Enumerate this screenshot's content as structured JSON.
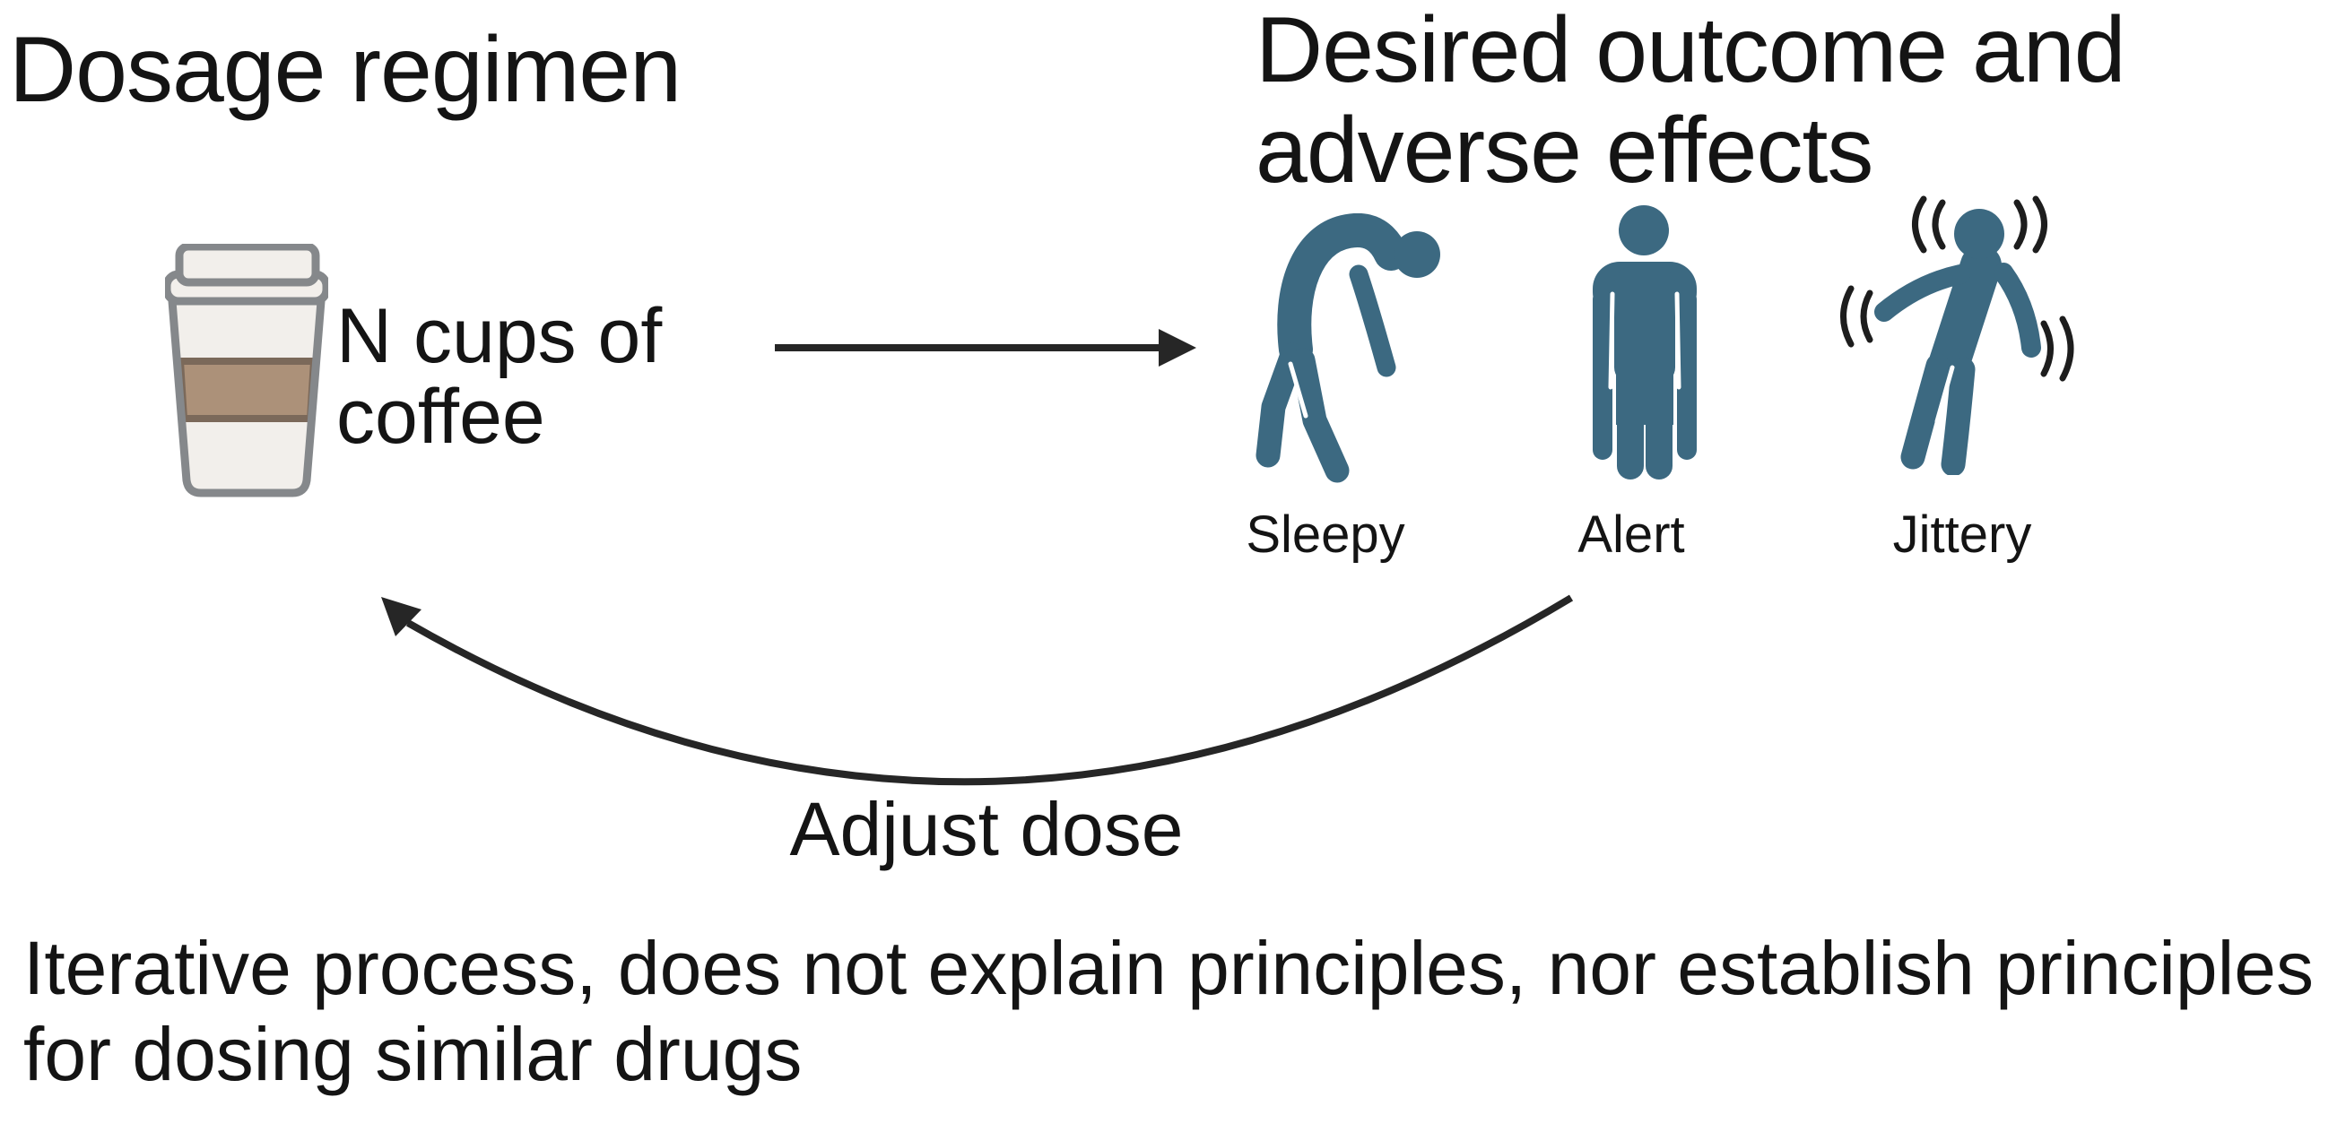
{
  "diagram": {
    "left_title": "Dosage regimen",
    "right_title_lines": [
      "Desired outcome and",
      "adverse effects"
    ],
    "dose_label_lines": [
      "N cups of",
      "coffee"
    ],
    "outcome_labels": {
      "sleepy": "Sleepy",
      "alert": "Alert",
      "jittery": "Jittery"
    },
    "feedback_label": "Adjust dose",
    "footnote_lines": [
      "Iterative process, does not explain principles, nor establish principles",
      "for dosing similar drugs"
    ],
    "icons": {
      "coffee_cup": "coffee-cup-icon",
      "sleepy_person": "sleepy-person-icon",
      "alert_person": "alert-person-icon",
      "jittery_person": "jittery-person-icon",
      "forward_arrow": "arrow-right-icon",
      "feedback_arrow": "curved-arrow-left-icon"
    },
    "colors": {
      "background": "#ffffff",
      "text": "#141414",
      "arrow": "#262626",
      "figure_blue": "#3c6981",
      "cup_body": "#f2efeb",
      "cup_outline": "#85888b",
      "cup_band_fill": "#ac9179",
      "cup_band_border": "#7b695a"
    }
  }
}
